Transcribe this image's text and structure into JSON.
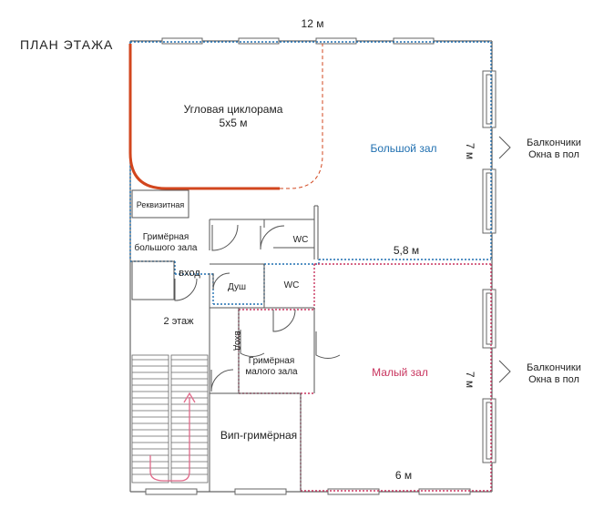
{
  "title": "ПЛАН ЭТАЖА",
  "dimensions": {
    "top": "12 м",
    "big_hall_height": "7 м",
    "big_hall_bottom": "5,8 м",
    "small_hall_height": "7 м",
    "small_hall_bottom": "6 м"
  },
  "rooms": {
    "cyclorama_line1": "Угловая циклорама",
    "cyclorama_line2": "5x5 м",
    "big_hall": "Большой зал",
    "small_hall": "Малый зал",
    "props": "Реквизитная",
    "dressing_big_line1": "Гримёрная",
    "dressing_big_line2": "большого зала",
    "wc_upper": "WC",
    "wc_lower": "WC",
    "shower": "Душ",
    "entrance_main": "вход",
    "entrance_side": "вход",
    "second_floor": "2 этаж",
    "dressing_small_line1": "Гримёрная",
    "dressing_small_line2": "малого зала",
    "vip_dressing": "Вип-гримёрная"
  },
  "notes": {
    "balcony_upper_line1": "Балкончики",
    "balcony_upper_line2": "Окна в пол",
    "balcony_lower_line1": "Балкончики",
    "balcony_lower_line2": "Окна в пол"
  },
  "colors": {
    "walls": "#555555",
    "big_hall_outline": "#1f6fb0",
    "small_hall_outline": "#c8345e",
    "cyclorama": "#d2461e",
    "stair_arrow": "#e06a8a"
  }
}
